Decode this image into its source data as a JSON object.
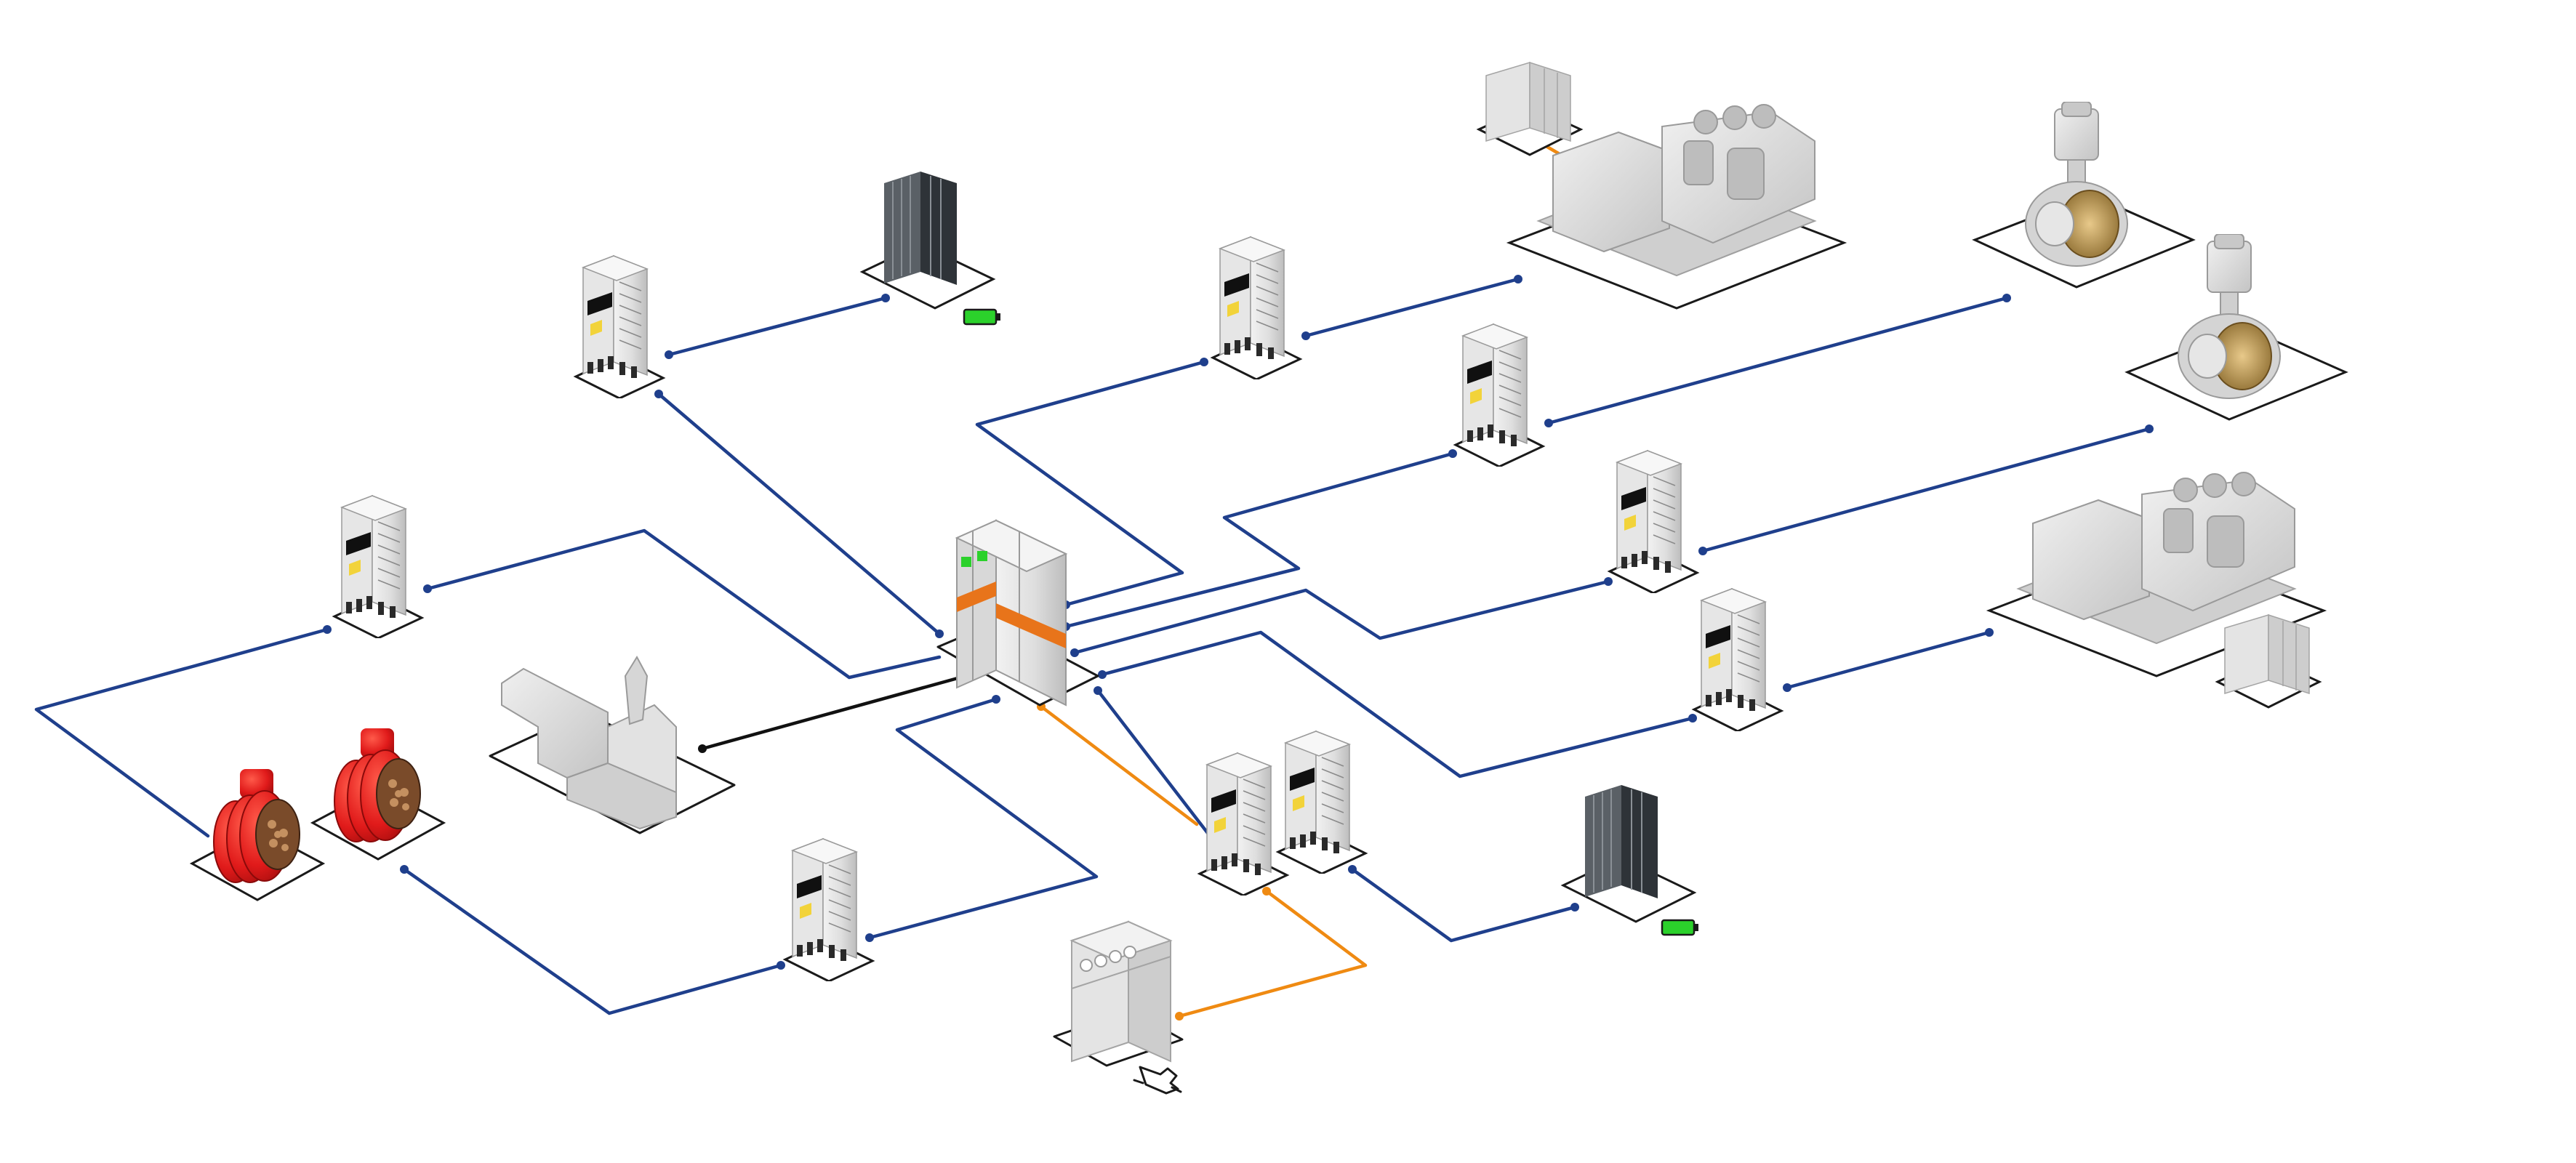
{
  "colors": {
    "background": "#ffffff",
    "power_line": "#1f3f8c",
    "shore_line": "#ef8a12",
    "control_line": "#111111",
    "platform_outline": "#1a1a1a",
    "equipment_grey": "#dcdcdc",
    "cabinet_dark": "#3a3f44",
    "motor_red": "#e01a1a",
    "battery_green": "#2bd12b",
    "switchboard_accent": "#e8741a"
  },
  "icons": {
    "shore_connection": "plug-icon",
    "battery": "battery-icon"
  },
  "diagram": {
    "nodes": [
      "main-switchboard",
      "bridge-console",
      "drive-battery-top",
      "drive-gen-top",
      "drive-thruster-1",
      "drive-thruster-2",
      "drive-gen-bottom",
      "drive-propulsion",
      "drive-motor-bottom",
      "drive-shore-1",
      "drive-shore-2",
      "battery-room-top",
      "battery-room-bottom",
      "genset-top",
      "genset-bottom",
      "aux-cabinet-top",
      "aux-cabinet-bottom",
      "azimuth-thruster-1",
      "azimuth-thruster-2",
      "propulsion-motor-1",
      "propulsion-motor-2",
      "shore-power-panel"
    ],
    "links": [
      {
        "from": "drive-battery-top",
        "to": "battery-room-top",
        "kind": "power"
      },
      {
        "from": "drive-battery-top",
        "to": "main-switchboard",
        "kind": "power"
      },
      {
        "from": "drive-gen-top",
        "to": "genset-top",
        "kind": "power"
      },
      {
        "from": "drive-gen-top",
        "to": "main-switchboard",
        "kind": "power"
      },
      {
        "from": "drive-thruster-1",
        "to": "azimuth-thruster-1",
        "kind": "power"
      },
      {
        "from": "drive-thruster-1",
        "to": "main-switchboard",
        "kind": "power"
      },
      {
        "from": "drive-thruster-2",
        "to": "azimuth-thruster-2",
        "kind": "power"
      },
      {
        "from": "drive-thruster-2",
        "to": "main-switchboard",
        "kind": "power"
      },
      {
        "from": "drive-gen-bottom",
        "to": "genset-bottom",
        "kind": "power"
      },
      {
        "from": "drive-gen-bottom",
        "to": "main-switchboard",
        "kind": "power"
      },
      {
        "from": "drive-propulsion",
        "to": "main-switchboard",
        "kind": "power"
      },
      {
        "from": "drive-propulsion",
        "to": "propulsion-motor-1",
        "kind": "power"
      },
      {
        "from": "drive-motor-bottom",
        "to": "propulsion-motor-2",
        "kind": "power"
      },
      {
        "from": "drive-motor-bottom",
        "to": "main-switchboard",
        "kind": "power"
      },
      {
        "from": "drive-shore-1",
        "to": "main-switchboard",
        "kind": "power"
      },
      {
        "from": "drive-shore-2",
        "to": "battery-room-bottom",
        "kind": "power"
      },
      {
        "from": "main-switchboard",
        "to": "drive-shore-1",
        "kind": "shore"
      },
      {
        "from": "drive-shore-1",
        "to": "shore-power-panel",
        "kind": "shore"
      },
      {
        "from": "genset-top",
        "to": "aux-cabinet-top",
        "kind": "shore"
      },
      {
        "from": "genset-bottom",
        "to": "aux-cabinet-bottom",
        "kind": "shore"
      },
      {
        "from": "bridge-console",
        "to": "main-switchboard",
        "kind": "control"
      }
    ]
  }
}
